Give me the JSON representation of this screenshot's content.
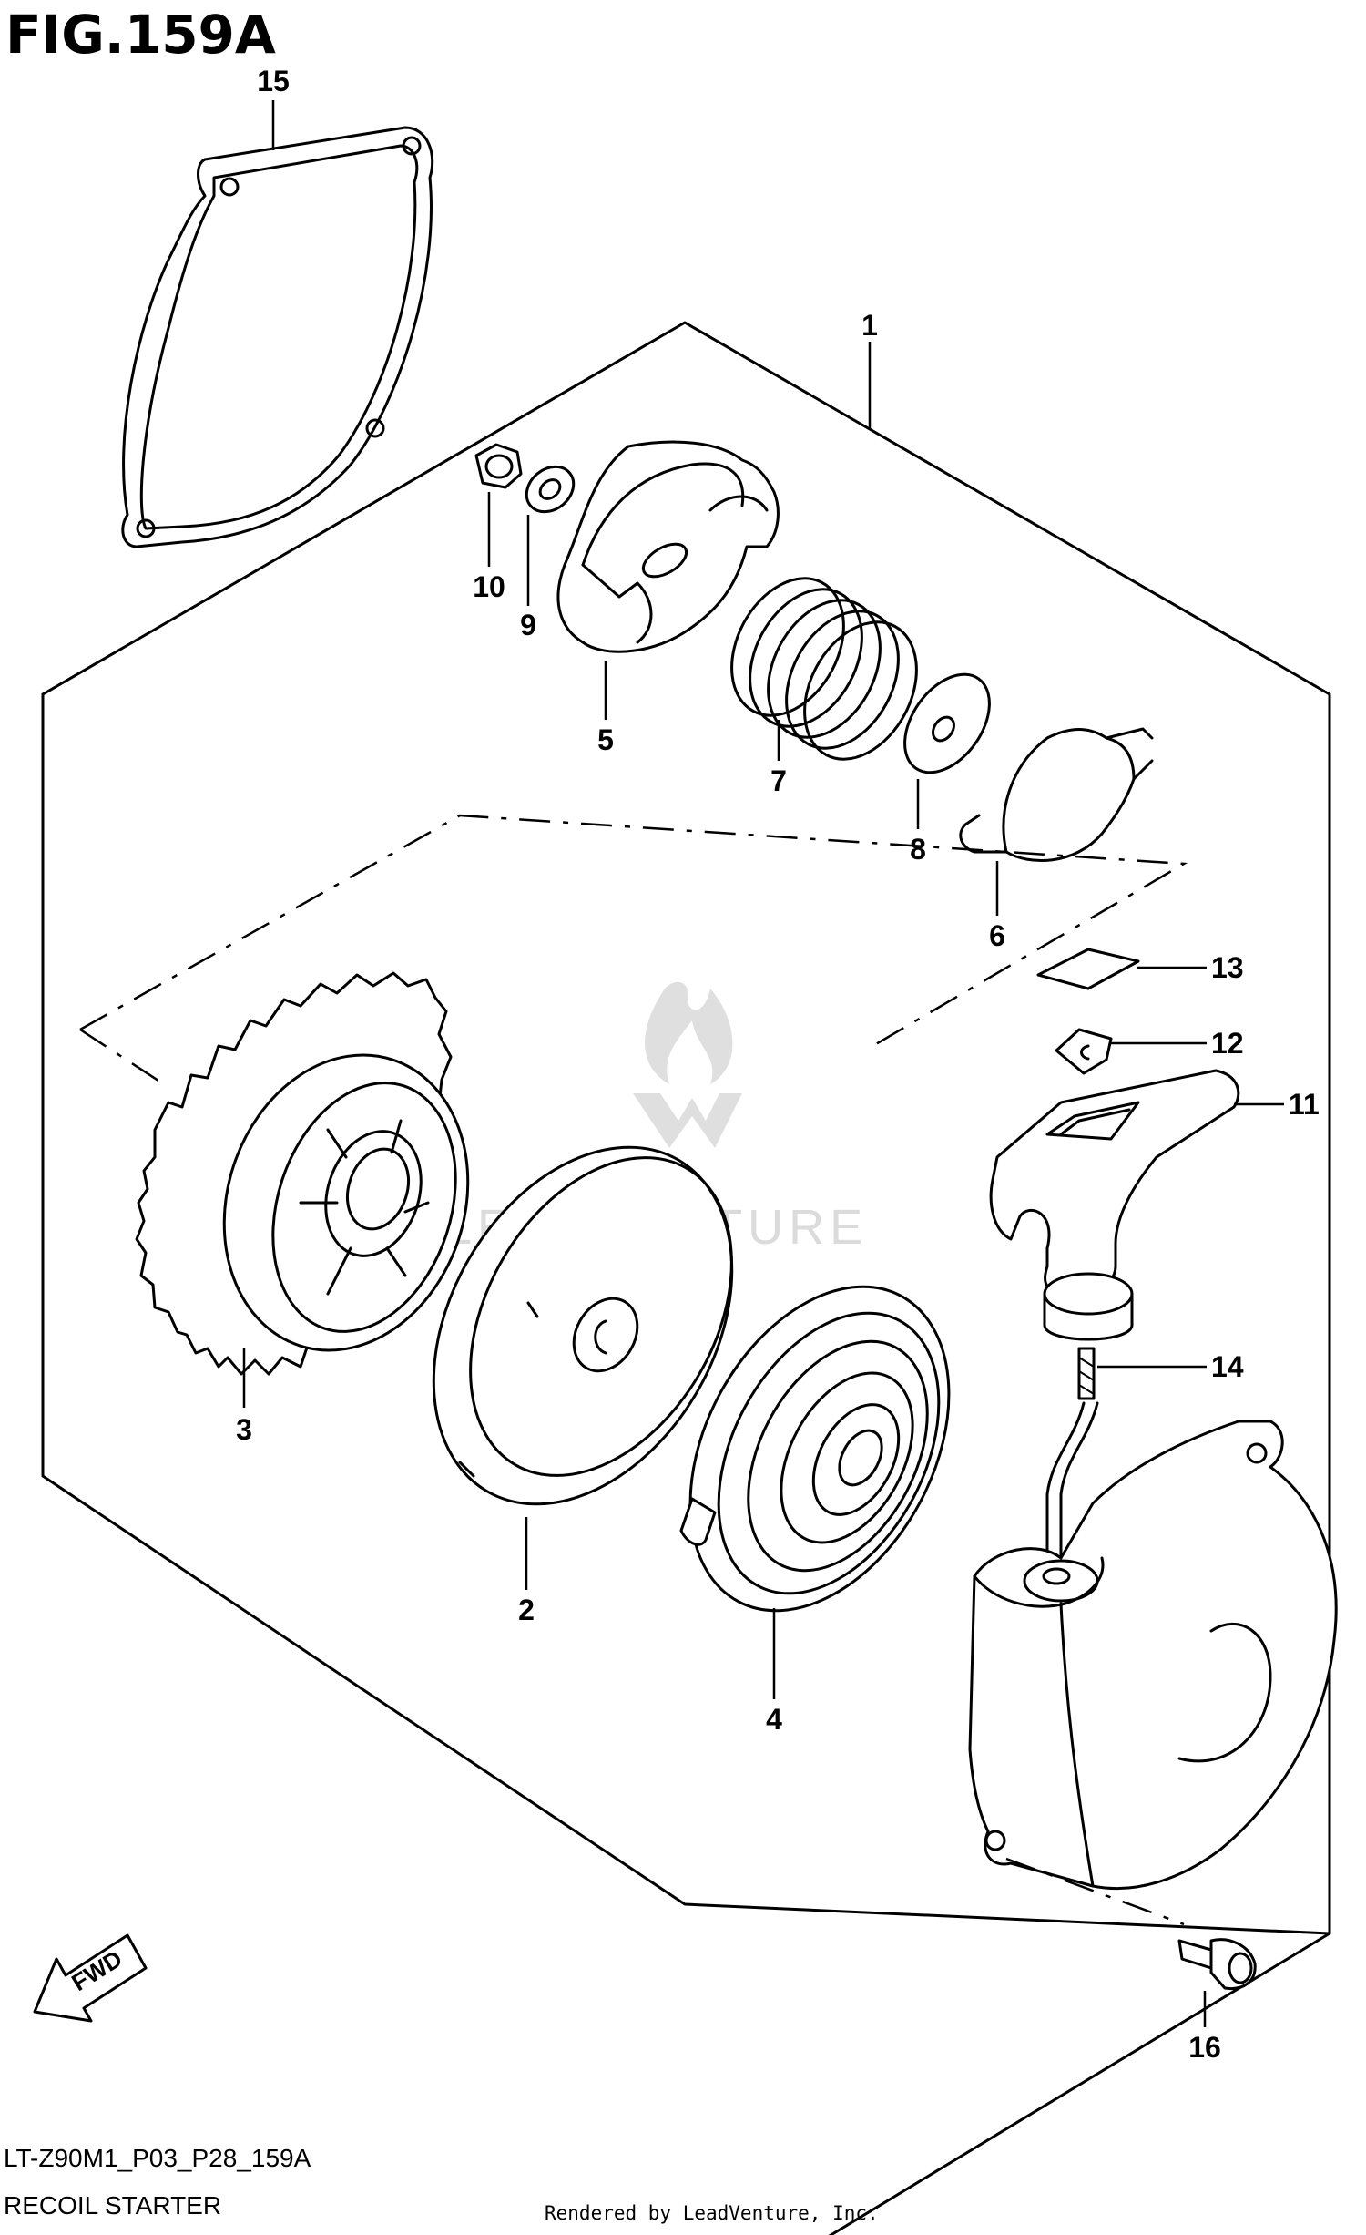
{
  "figure": {
    "title": "FIG.159A",
    "diagram_code": "LT-Z90M1_P03_P28_159A",
    "caption": "RECOIL STARTER",
    "credit": "Rendered by LeadVenture, Inc.",
    "watermark": "LEADVENTURE",
    "fwd_label": "FWD"
  },
  "callouts": [
    {
      "num": "1",
      "part": "recoil-starter-assembly"
    },
    {
      "num": "2",
      "part": "reel"
    },
    {
      "num": "3",
      "part": "starter-gear"
    },
    {
      "num": "4",
      "part": "recoil-spring"
    },
    {
      "num": "5",
      "part": "friction-plate"
    },
    {
      "num": "6",
      "part": "ratchet-guide-spring"
    },
    {
      "num": "7",
      "part": "return-spring"
    },
    {
      "num": "8",
      "part": "washer"
    },
    {
      "num": "9",
      "part": "washer-small"
    },
    {
      "num": "10",
      "part": "nut"
    },
    {
      "num": "11",
      "part": "handle"
    },
    {
      "num": "12",
      "part": "handle-cap"
    },
    {
      "num": "13",
      "part": "handle-plate"
    },
    {
      "num": "14",
      "part": "rope"
    },
    {
      "num": "15",
      "part": "gasket"
    },
    {
      "num": "16",
      "part": "bolt"
    }
  ]
}
